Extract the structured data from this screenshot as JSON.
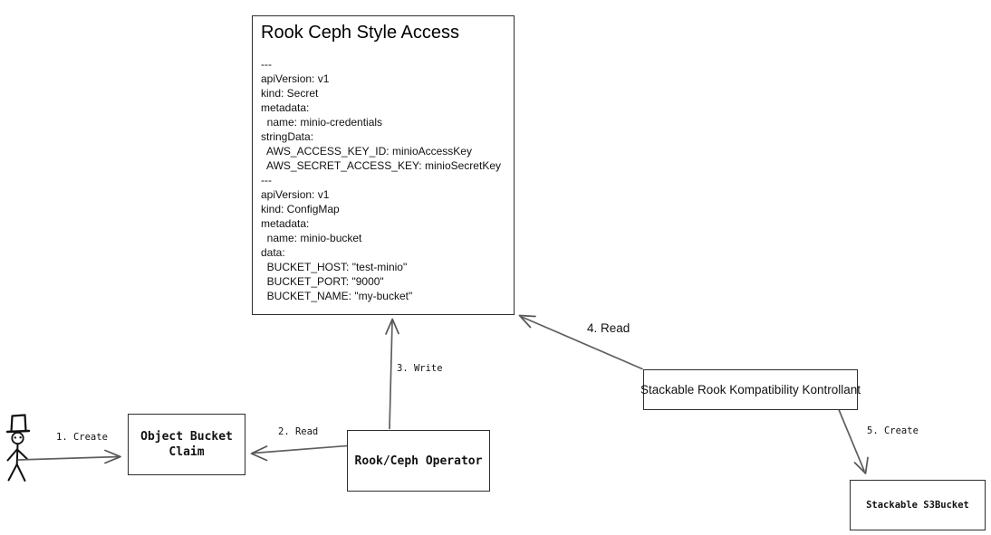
{
  "main_box": {
    "title": "Rook Ceph Style Access",
    "yaml_lines": [
      "---",
      "apiVersion: v1",
      "kind: Secret",
      "metadata:",
      "  name: minio-credentials",
      "stringData:",
      "  AWS_ACCESS_KEY_ID: minioAccessKey",
      "  AWS_SECRET_ACCESS_KEY: minioSecretKey",
      "---",
      "apiVersion: v1",
      "kind: ConfigMap",
      "metadata:",
      "  name: minio-bucket",
      "data:",
      "  BUCKET_HOST: \"test-minio\"",
      "  BUCKET_PORT: \"9000\"",
      "  BUCKET_NAME: \"my-bucket\""
    ]
  },
  "nodes": {
    "object_bucket_claim": {
      "label": "Object Bucket Claim"
    },
    "rook_ceph_operator": {
      "label": "Rook/Ceph Operator"
    },
    "stackable_kontrollant": {
      "label": "Stackable Rook Kompatibility Kontrollant"
    },
    "stackable_s3bucket": {
      "label": "Stackable S3Bucket"
    }
  },
  "edges": {
    "create_obc": {
      "label": "1. Create"
    },
    "read_obc": {
      "label": "2. Read"
    },
    "write_access": {
      "label": "3. Write"
    },
    "read_access": {
      "label": "4. Read"
    },
    "create_s3bucket": {
      "label": "5. Create"
    }
  },
  "actor": {
    "icon": "stick-figure-top-hat"
  },
  "colors": {
    "background": "#ffffff",
    "ink": "#111111",
    "line": "#5f5f5f",
    "border": "#2e2e2e"
  }
}
